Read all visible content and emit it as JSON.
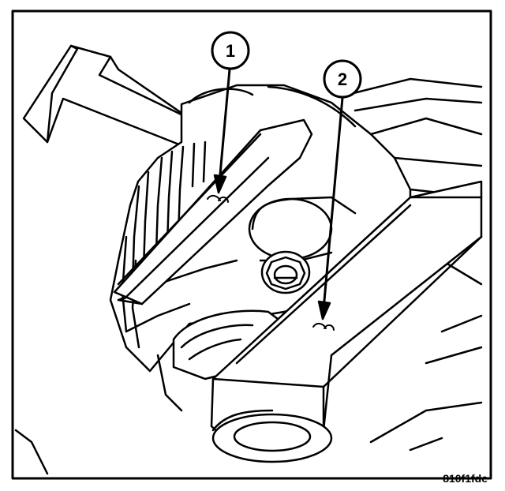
{
  "callouts": [
    {
      "number": "1"
    },
    {
      "number": "2"
    }
  ],
  "figure_id": "810f1fde",
  "colors": {
    "ink": "#000000",
    "paper": "#ffffff"
  }
}
